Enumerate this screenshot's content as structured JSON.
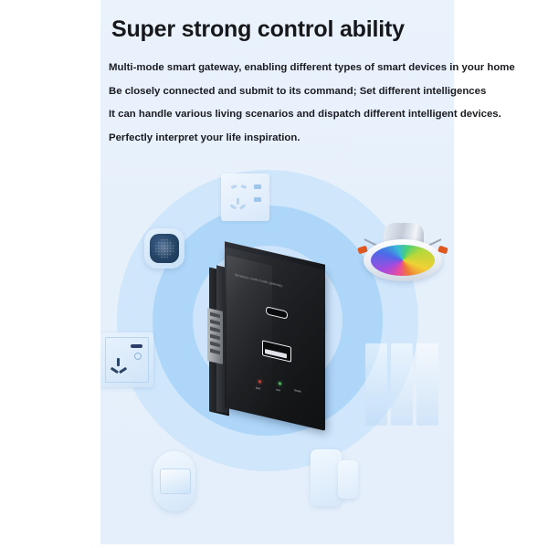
{
  "header": {
    "headline": "Super strong control ability",
    "body_lines": [
      "Multi-mode smart gateway, enabling different types of smart devices in your home",
      "Be closely connected and submit to its command; Set different intelligences",
      "It can handle various living scenarios and dispatch different intelligent devices.",
      "Perfectly interpret your life inspiration."
    ]
  },
  "device": {
    "brand_label": "Wireless multi-mode gateway",
    "ports": [
      {
        "name": "usb-c-port",
        "type": "USB-C"
      },
      {
        "name": "usb-a-port",
        "type": "USB-A"
      }
    ],
    "indicators": [
      {
        "label": "pwr",
        "color": "#d93a2b"
      },
      {
        "label": "run",
        "color": "#41c45a"
      },
      {
        "label": "reset",
        "color": "#b9bec5"
      }
    ]
  },
  "scene": {
    "rings": [
      "outer",
      "mid",
      "inner",
      "core"
    ],
    "connected_devices": [
      {
        "name": "smart-wall-socket-usb",
        "position": "top"
      },
      {
        "name": "smart-speaker-sensor",
        "position": "upper-left"
      },
      {
        "name": "rgb-downlight",
        "position": "upper-right"
      },
      {
        "name": "wall-socket-switch",
        "position": "left"
      },
      {
        "name": "smart-switch-panels",
        "position": "right"
      },
      {
        "name": "pir-motion-sensor",
        "position": "bottom-left"
      },
      {
        "name": "door-window-sensor",
        "position": "bottom-right"
      }
    ]
  },
  "colors": {
    "panel_background": "#e6f0fb",
    "ring_outer": "#cfe6fb",
    "ring_mid": "#aed6f8",
    "ring_inner": "#cde4fa",
    "text": "#16181c"
  }
}
